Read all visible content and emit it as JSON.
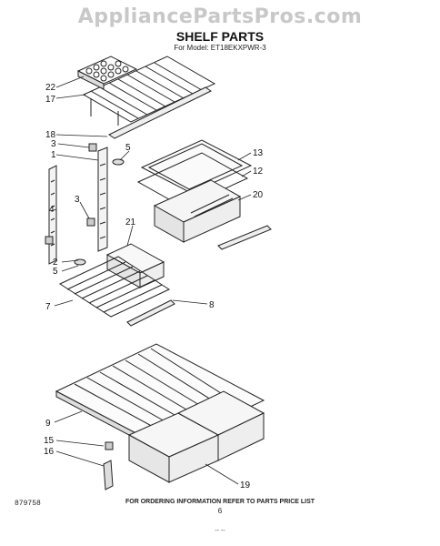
{
  "header": {
    "watermark": "AppliancePartsPros.com",
    "title": "SHELF PARTS",
    "model": "For Model: ET18EKXPWR-3"
  },
  "callouts": [
    {
      "id": "c22",
      "label": "22"
    },
    {
      "id": "c17",
      "label": "17"
    },
    {
      "id": "c18",
      "label": "18"
    },
    {
      "id": "c3a",
      "label": "3"
    },
    {
      "id": "c1",
      "label": "1"
    },
    {
      "id": "c5a",
      "label": "5"
    },
    {
      "id": "c13",
      "label": "13"
    },
    {
      "id": "c12",
      "label": "12"
    },
    {
      "id": "c20",
      "label": "20"
    },
    {
      "id": "c3b",
      "label": "3"
    },
    {
      "id": "c4",
      "label": "4"
    },
    {
      "id": "c21",
      "label": "21"
    },
    {
      "id": "c2",
      "label": "2"
    },
    {
      "id": "c5b",
      "label": "5"
    },
    {
      "id": "c7",
      "label": "7"
    },
    {
      "id": "c8",
      "label": "8"
    },
    {
      "id": "c9",
      "label": "9"
    },
    {
      "id": "c15",
      "label": "15"
    },
    {
      "id": "c16",
      "label": "16"
    },
    {
      "id": "c19",
      "label": "19"
    }
  ],
  "footer": {
    "code": "879758",
    "note": "FOR ORDERING INFORMATION REFER TO PARTS PRICE LIST",
    "page": "6",
    "mark": "-- --"
  }
}
